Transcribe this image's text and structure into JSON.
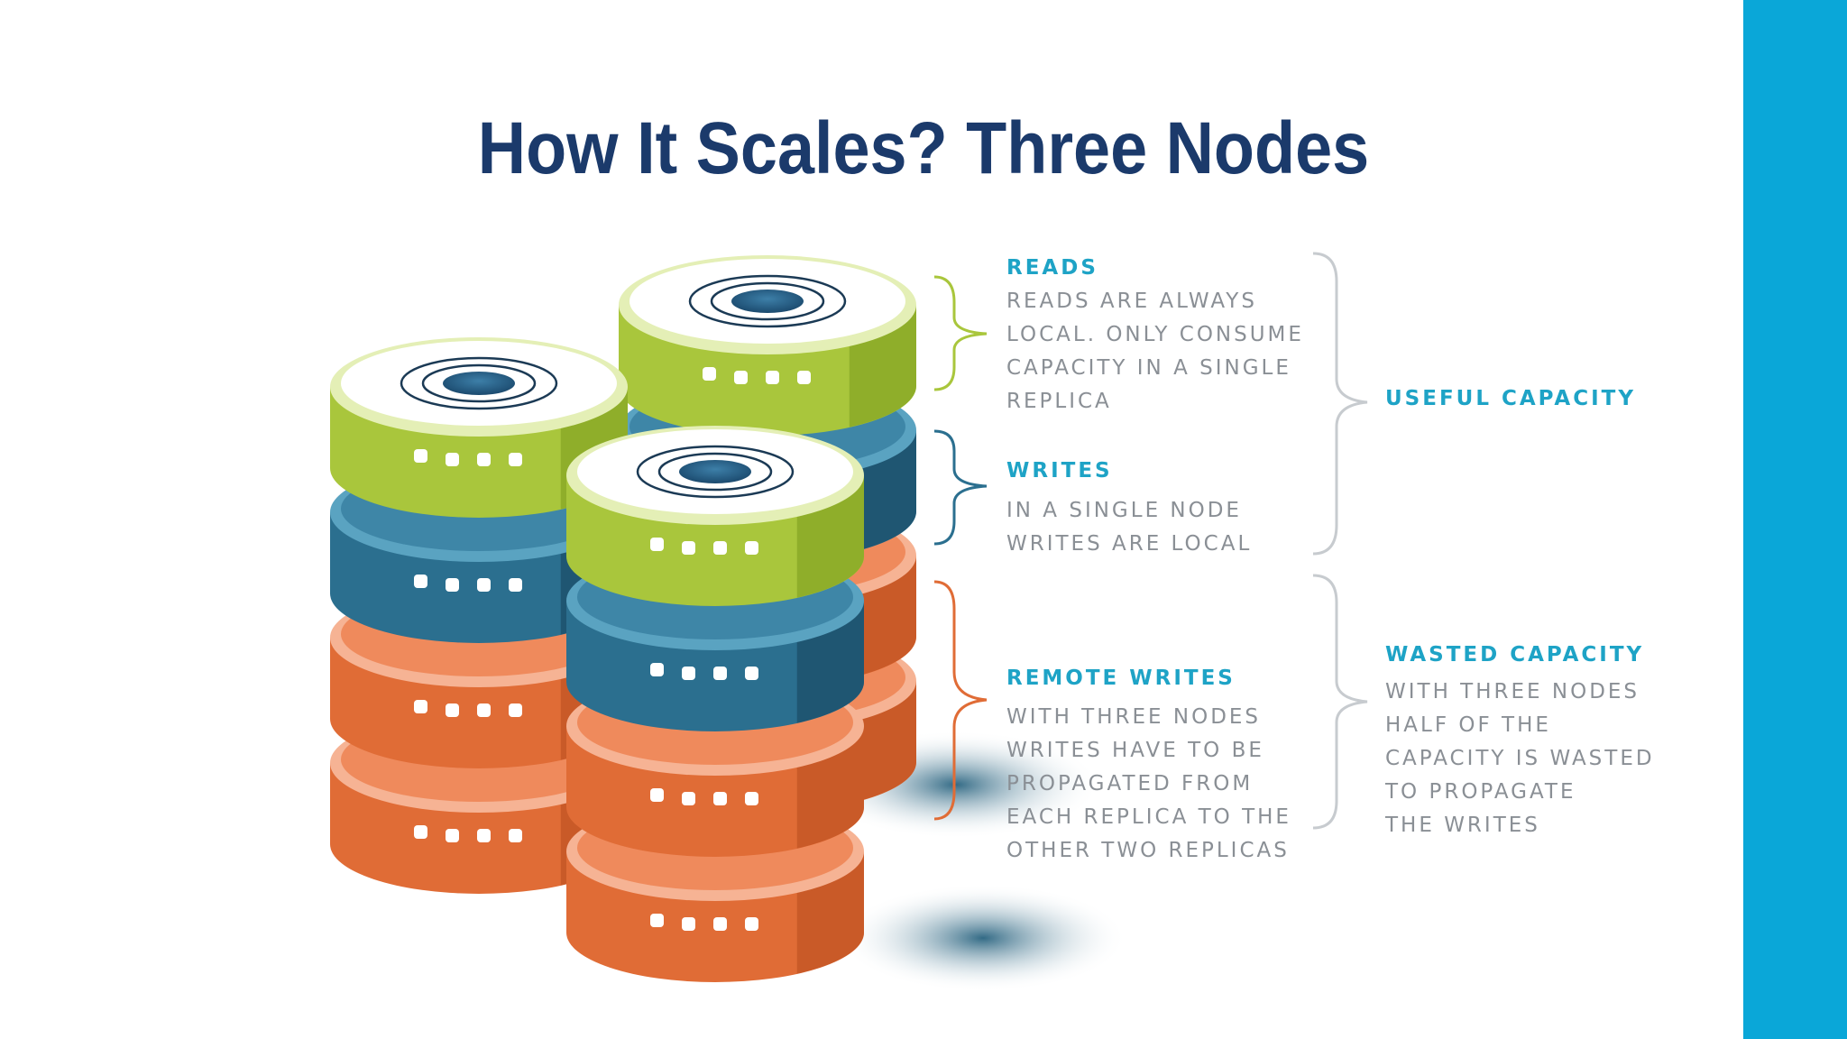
{
  "title": "How It Scales? Three Nodes",
  "colors": {
    "title": "#1b3a6b",
    "accent_bar": "#0aa7d8",
    "heading": "#1ea3c6",
    "body": "#8a8f95",
    "disk_green": "#a9c63c",
    "disk_blue": "#2b6f8f",
    "disk_orange": "#e06c36"
  },
  "sections": {
    "reads": {
      "heading": "READS",
      "lines": [
        "READS ARE ALWAYS",
        "LOCAL. ONLY CONSUME",
        "CAPACITY IN A SINGLE",
        "REPLICA"
      ]
    },
    "writes": {
      "heading": "WRITES",
      "lines": [
        "IN A SINGLE NODE",
        "WRITES ARE LOCAL"
      ]
    },
    "remote_writes": {
      "heading": "REMOTE WRITES",
      "lines": [
        "WITH THREE NODES",
        "WRITES HAVE TO BE",
        "PROPAGATED FROM",
        "EACH REPLICA TO THE",
        "OTHER TWO REPLICAS"
      ]
    }
  },
  "groups": {
    "useful": {
      "heading": "USEFUL CAPACITY"
    },
    "wasted": {
      "heading": "WASTED CAPACITY",
      "lines": [
        "WITH THREE NODES",
        "HALF OF THE",
        "CAPACITY IS WASTED",
        "TO PROPAGATE",
        "THE WRITES"
      ]
    }
  },
  "stacks": [
    {
      "name": "node-1",
      "disks": [
        "green",
        "blue",
        "orange",
        "orange"
      ]
    },
    {
      "name": "node-2",
      "disks": [
        "green",
        "blue",
        "orange",
        "orange"
      ]
    },
    {
      "name": "node-3",
      "disks": [
        "green",
        "blue",
        "orange",
        "orange"
      ]
    }
  ]
}
